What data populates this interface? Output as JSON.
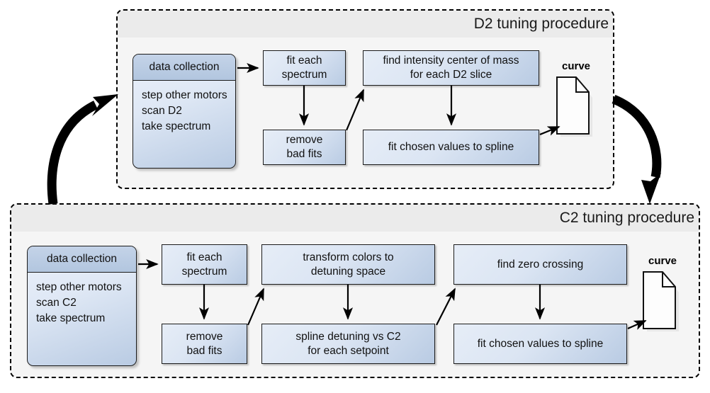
{
  "diagram": {
    "title": "Tuning procedures flowchart",
    "colors": {
      "node_fill_light": "#e6edf7",
      "node_fill_dark": "#b9cbe3",
      "node_header_fill": "#b2c6df",
      "panel_body": "#f5f5f5",
      "panel_header": "#ebebeb",
      "stroke": "#1b1b1b"
    }
  },
  "panels": [
    {
      "id": "d2",
      "title": "D2 tuning procedure",
      "nodes": {
        "data_collection": {
          "header": "data collection",
          "lines": [
            "step other motors",
            "scan D2",
            "take spectrum"
          ]
        },
        "fit_each_spectrum": {
          "line1": "fit each",
          "line2": "spectrum"
        },
        "remove_bad_fits": {
          "line1": "remove",
          "line2": "bad fits"
        },
        "center_of_mass": {
          "line1": "find intensity center of mass",
          "line2": "for each D2 slice"
        },
        "fit_spline": {
          "line1": "fit chosen values to spline"
        }
      },
      "output": {
        "label": "curve",
        "icon": "document-icon"
      }
    },
    {
      "id": "c2",
      "title": "C2 tuning procedure",
      "nodes": {
        "data_collection": {
          "header": "data collection",
          "lines": [
            "step other motors",
            "scan C2",
            "take spectrum"
          ]
        },
        "fit_each_spectrum": {
          "line1": "fit each",
          "line2": "spectrum"
        },
        "remove_bad_fits": {
          "line1": "remove",
          "line2": "bad fits"
        },
        "transform_colors": {
          "line1": "transform colors to",
          "line2": "detuning space"
        },
        "spline_detuning": {
          "line1": "spline detuning vs C2",
          "line2": "for each setpoint"
        },
        "find_zero_crossing": {
          "line1": "find zero crossing"
        },
        "fit_spline": {
          "line1": "fit chosen values to spline"
        }
      },
      "output": {
        "label": "curve",
        "icon": "document-icon"
      }
    }
  ]
}
